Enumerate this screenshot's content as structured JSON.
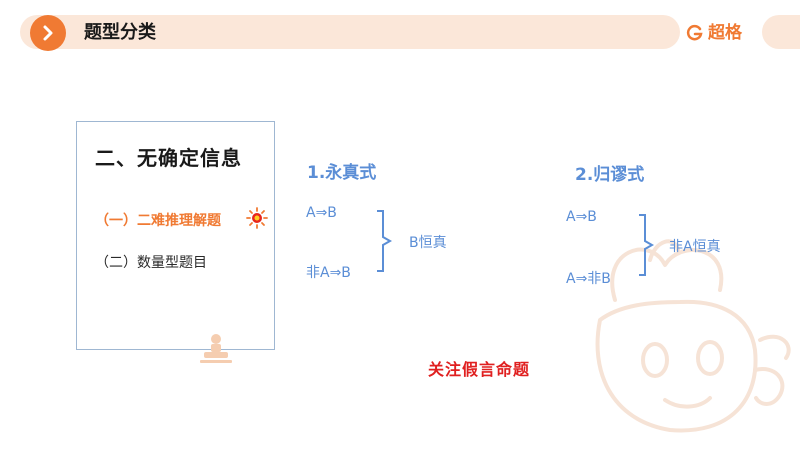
{
  "header": {
    "title": "题型分类",
    "logo_text": "超格"
  },
  "card": {
    "title": "二、无确定信息",
    "items": [
      {
        "label": "（一）二难推理解题"
      },
      {
        "label": "（二）数量型题目"
      }
    ]
  },
  "formula1": {
    "title": "1.永真式",
    "line1": "A⇒B",
    "line2": "非A⇒B",
    "result": "B恒真"
  },
  "formula2": {
    "title": "2.归谬式",
    "line1": "A⇒B",
    "line2": "A⇒非B",
    "result": "非A恒真"
  },
  "note": "关注假言命题",
  "colors": {
    "accent": "#f07a33",
    "header_bg": "#fbe7d9",
    "formula_blue": "#5b8ed6",
    "note_red": "#e02020"
  }
}
